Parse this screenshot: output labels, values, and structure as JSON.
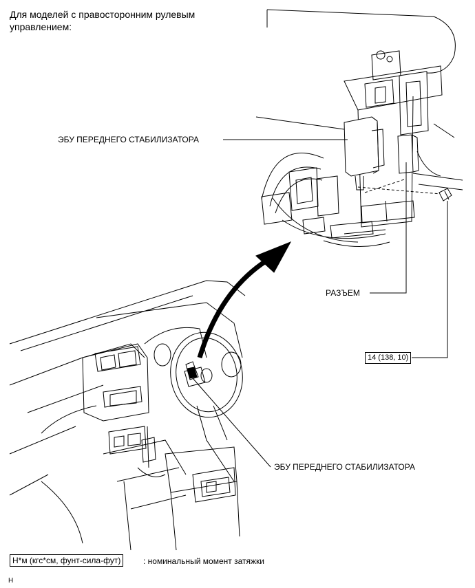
{
  "heading": "Для моделей с правосторонним рулевым управлением:",
  "labels": {
    "ecu_top": "ЭБУ ПЕРЕДНЕГО СТАБИЛИЗАТОРА",
    "connector": "РАЗЪЕМ",
    "torque": "14 (138, 10)",
    "ecu_bottom": "ЭБУ ПЕРЕДНЕГО СТАБИЛИЗАТОРА"
  },
  "legend": {
    "units_box": "Н*м (кгс*см, фунт-сила-фут)",
    "description": ": номинальный момент затяжки"
  },
  "corner_mark": "H"
}
